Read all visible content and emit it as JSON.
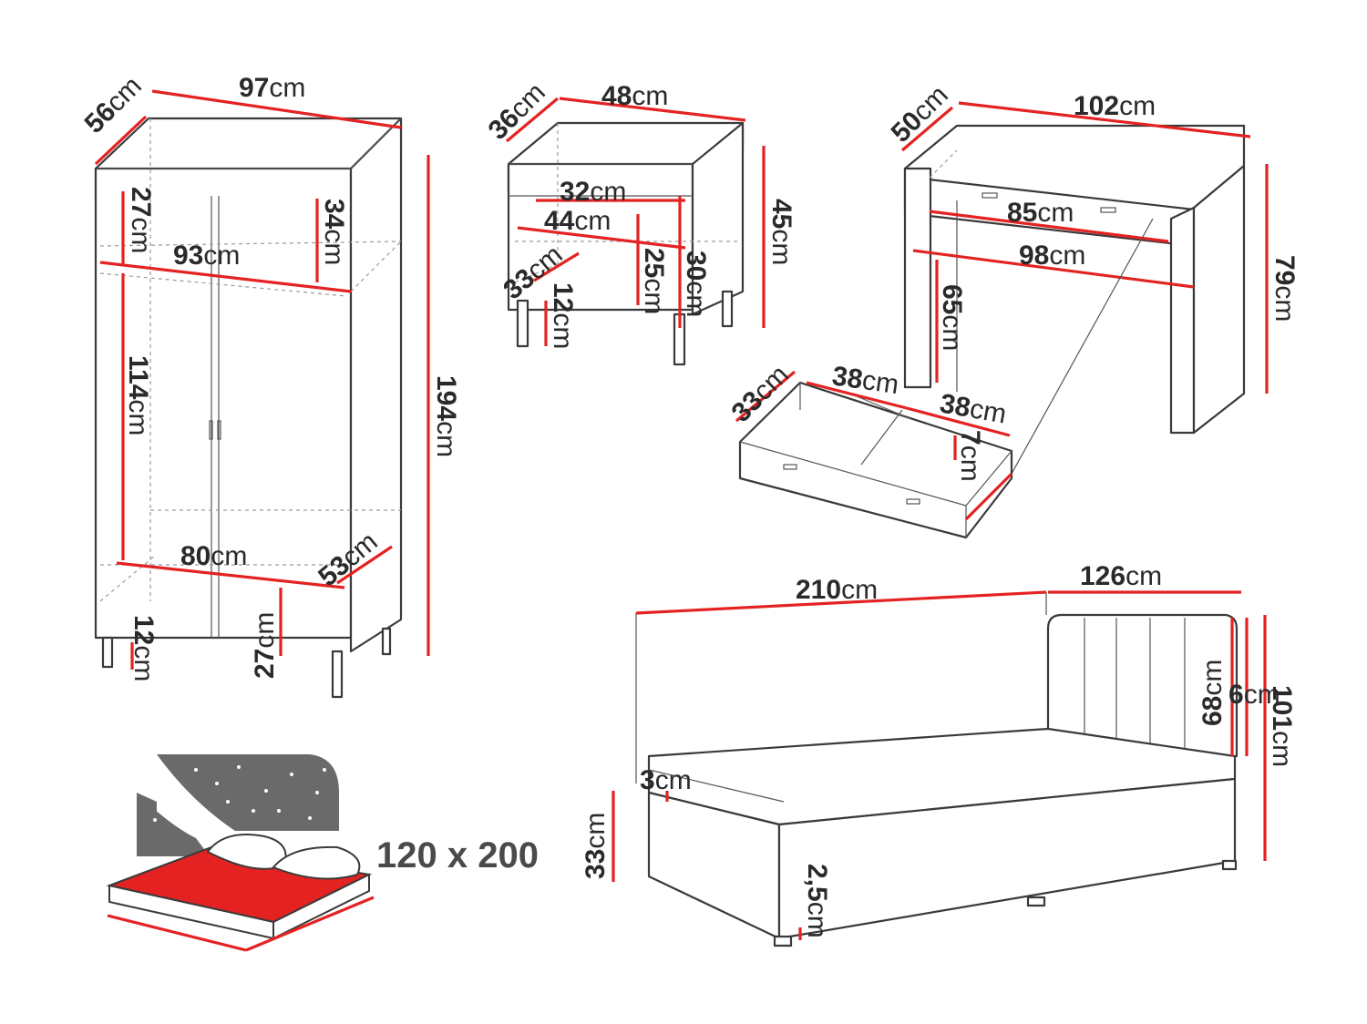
{
  "wardrobe": {
    "depth": "56",
    "width": "97",
    "inner_width": "93",
    "height": "194",
    "top_left": "27",
    "top_right": "34",
    "middle": "114",
    "bottom_width": "80",
    "bottom_depth": "53",
    "legs": "12",
    "bottom_gap": "27"
  },
  "nightstand": {
    "depth": "36",
    "width": "48",
    "drawer_width": "32",
    "inner_width": "44",
    "height": "45",
    "inner_depth": "33",
    "inner_height_a": "25",
    "inner_height_b": "30",
    "legs": "12"
  },
  "desk": {
    "depth": "50",
    "width": "102",
    "drawer_front": "85",
    "inner_width": "98",
    "leg_height": "65",
    "height": "79"
  },
  "desk_drawer": {
    "depth": "33",
    "left_width": "38",
    "right_width": "38",
    "height": "7"
  },
  "bed": {
    "length": "210",
    "headboard_width": "126",
    "headboard_height": "68",
    "headboard_thickness": "6",
    "total_height": "101",
    "mattress_lip": "3",
    "frame_height": "33",
    "foot_height": "2,5"
  },
  "bed_icon": {
    "size_label": "120 x 200"
  },
  "unit": "cm"
}
